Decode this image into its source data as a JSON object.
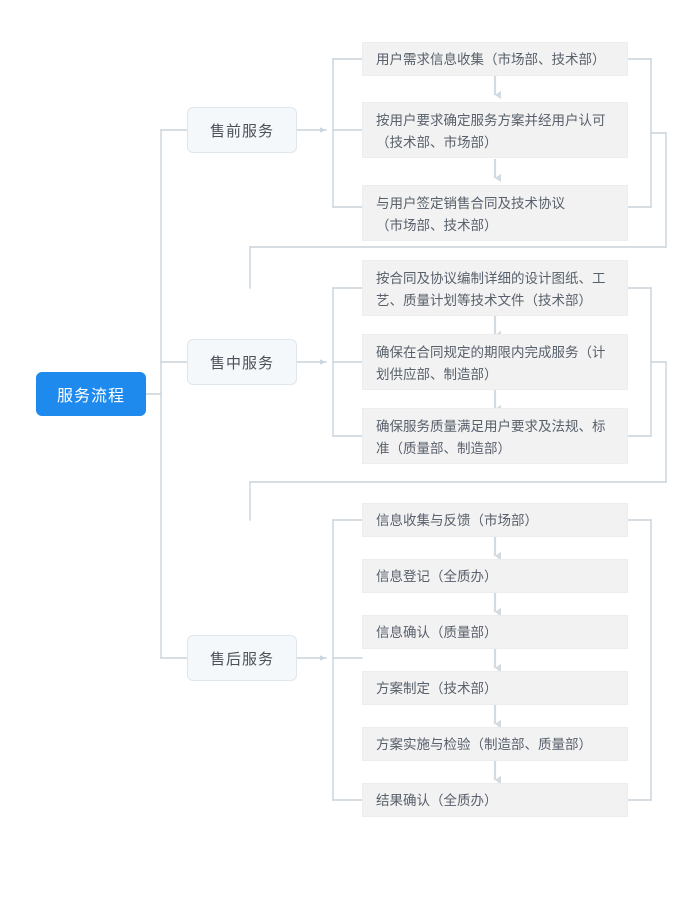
{
  "diagram": {
    "title": "服务流程",
    "type": "flowchart",
    "colors": {
      "root_fill": "#1f8aee",
      "root_text": "#ffffff",
      "branch_fill": "#f4f8fb",
      "branch_border": "#dfe6ec",
      "branch_text": "#4b5158",
      "box_fill": "#f2f2f2",
      "box_border": "#ededed",
      "box_text": "#58606b",
      "connector": "#c9d4dc",
      "arrow": "#c9d4dc"
    }
  },
  "root": {
    "label": "服务流程"
  },
  "branches": [
    {
      "label": "售前服务",
      "steps": [
        {
          "text": "用户需求信息收集（市场部、技术部）"
        },
        {
          "text": "按用户要求确定服务方案并经用户认可（技术部、市场部）"
        },
        {
          "text": "与用户签定销售合同及技术协议（市场部、技术部）"
        }
      ]
    },
    {
      "label": "售中服务",
      "steps": [
        {
          "text": "按合同及协议编制详细的设计图纸、工艺、质量计划等技术文件（技术部）"
        },
        {
          "text": "确保在合同规定的期限内完成服务（计划供应部、制造部）"
        },
        {
          "text": "确保服务质量满足用户要求及法规、标准（质量部、制造部）"
        }
      ]
    },
    {
      "label": "售后服务",
      "steps": [
        {
          "text": "信息收集与反馈（市场部）"
        },
        {
          "text": "信息登记（全质办）"
        },
        {
          "text": "信息确认（质量部）"
        },
        {
          "text": "方案制定（技术部）"
        },
        {
          "text": "方案实施与检验（制造部、质量部）"
        },
        {
          "text": "结果确认（全质办）"
        }
      ]
    }
  ],
  "boxes": {
    "b0_0": "用户需求信息收集（市场部、技术部）",
    "b0_1_l1": "按用户要求确定服务方案并经用户认可",
    "b0_1_l2": "（技术部、市场部）",
    "b0_2_l1": "与用户签定销售合同及技术协议",
    "b0_2_l2": "（市场部、技术部）",
    "b1_0_l1": "按合同及协议编制详细的设计图纸、工",
    "b1_0_l2": "艺、质量计划等技术文件（技术部）",
    "b1_1_l1": "确保在合同规定的期限内完成服务（计",
    "b1_1_l2": "划供应部、制造部）",
    "b1_2_l1": "确保服务质量满足用户要求及法规、标",
    "b1_2_l2": "准（质量部、制造部）",
    "b2_0": "信息收集与反馈（市场部）",
    "b2_1": "信息登记（全质办）",
    "b2_2": "信息确认（质量部）",
    "b2_3": "方案制定（技术部）",
    "b2_4": "方案实施与检验（制造部、质量部）",
    "b2_5": "结果确认（全质办）"
  }
}
